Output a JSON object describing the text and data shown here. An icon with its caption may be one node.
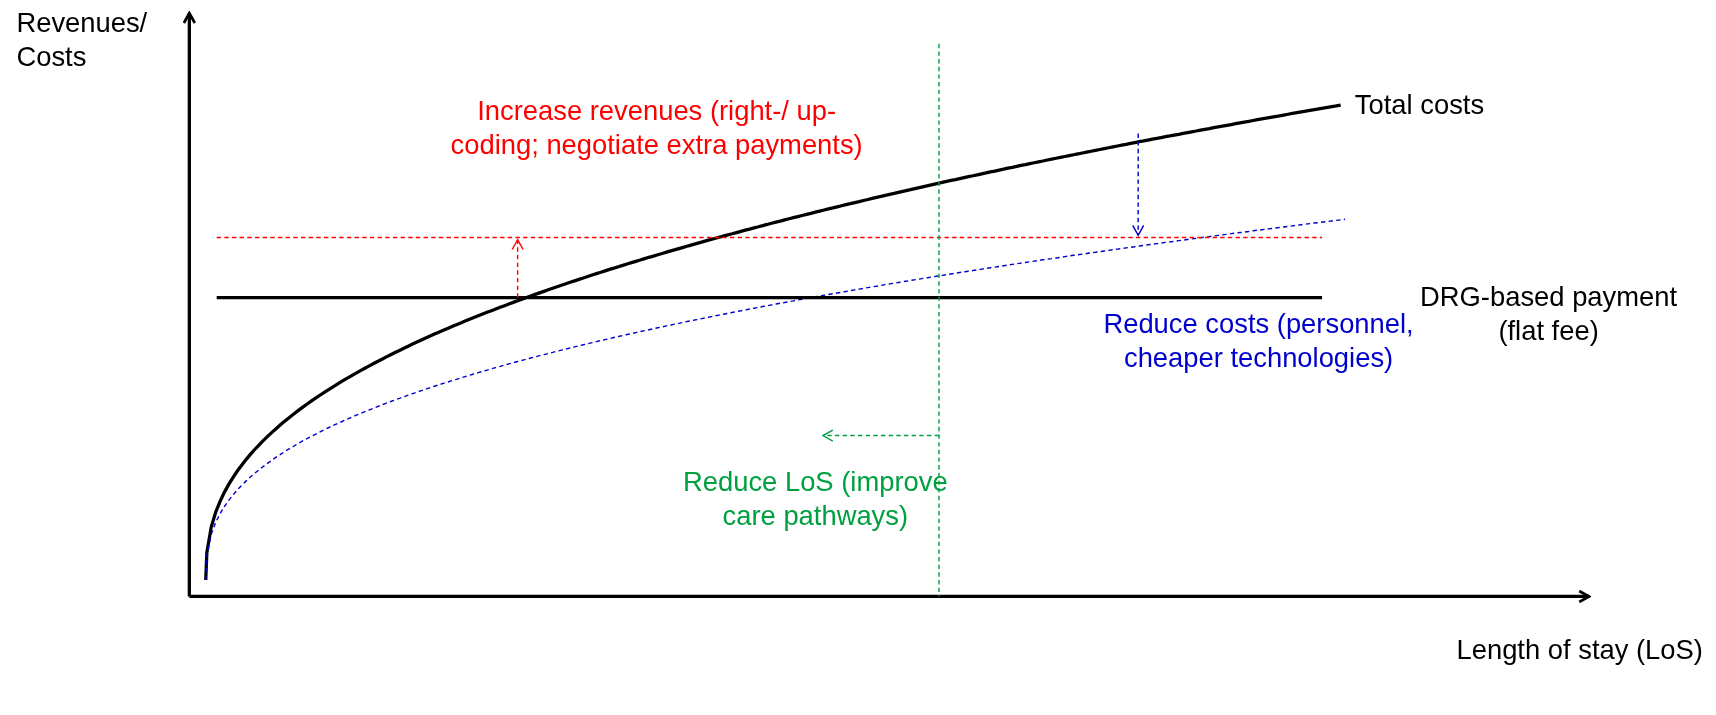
{
  "diagram": {
    "labels": [
      "Revenues/ Costs",
      "Increase revenues (right-/ up-coding; negotiate extra payments)",
      "Total costs",
      "DRG-based payment (flat fee)",
      "Reduce costs (personnel, cheaper technologies)",
      "Reduce LoS (improve care pathways)",
      "Length of stay (LoS)"
    ]
  }
}
